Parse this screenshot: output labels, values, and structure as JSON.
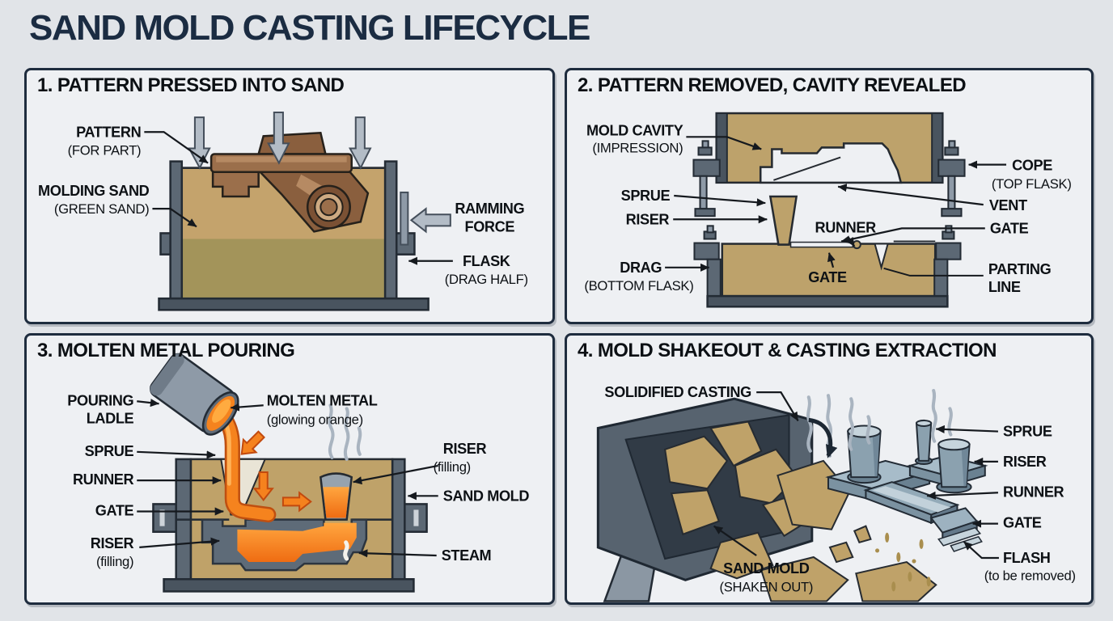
{
  "title": "SAND MOLD CASTING LIFECYCLE",
  "colors": {
    "background": "#e1e4e8",
    "panel_background": "#eef0f3",
    "panel_border": "#1e2c3e",
    "title_color": "#1b2c42",
    "sand": "#bfa269",
    "sand_dark": "#a3945a",
    "flask_gray": "#5c6874",
    "pattern_brown": "#9b6f4b",
    "molten_orange": "#f5831e",
    "casting_blue_gray": "#8ba1af",
    "steam_gray": "#a9b4c0"
  },
  "panel1": {
    "header": "1. PATTERN PRESSED INTO SAND",
    "labels": {
      "pattern": "PATTERN",
      "pattern_sub": "(FOR PART)",
      "molding_sand": "MOLDING SAND",
      "molding_sand_sub": "(GREEN SAND)",
      "ramming_line1": "RAMMING",
      "ramming_line2": "FORCE",
      "flask": "FLASK",
      "flask_sub": "(DRAG HALF)"
    }
  },
  "panel2": {
    "header": "2. PATTERN REMOVED, CAVITY REVEALED",
    "labels": {
      "mold_cavity": "MOLD CAVITY",
      "mold_cavity_sub": "(IMPRESSION)",
      "sprue": "SPRUE",
      "riser": "RISER",
      "drag": "DRAG",
      "drag_sub": "(BOTTOM FLASK)",
      "runner": "RUNNER",
      "gate_center": "GATE",
      "cope": "COPE",
      "cope_sub": "(TOP FLASK)",
      "vent": "VENT",
      "gate_right": "GATE",
      "parting_line1": "PARTING",
      "parting_line2": "LINE"
    }
  },
  "panel3": {
    "header": "3. MOLTEN METAL POURING",
    "labels": {
      "pouring_line1": "POURING",
      "pouring_line2": "LADLE",
      "molten_metal": "MOLTEN METAL",
      "molten_metal_sub": "(glowing orange)",
      "sprue": "SPRUE",
      "runner": "RUNNER",
      "gate": "GATE",
      "riser_left": "RISER",
      "riser_left_sub": "(filling)",
      "riser_right": "RISER",
      "riser_right_sub": "(filling)",
      "sand_mold": "SAND MOLD",
      "steam": "STEAM"
    }
  },
  "panel4": {
    "header": "4. MOLD SHAKEOUT & CASTING EXTRACTION",
    "labels": {
      "solidified_casting": "SOLIDIFIED CASTING",
      "sprue": "SPRUE",
      "riser": "RISER",
      "runner": "RUNNER",
      "gate": "GATE",
      "flash": "FLASH",
      "flash_sub": "(to be removed)",
      "sand_mold": "SAND MOLD",
      "sand_mold_sub": "(SHAKEN OUT)"
    }
  }
}
